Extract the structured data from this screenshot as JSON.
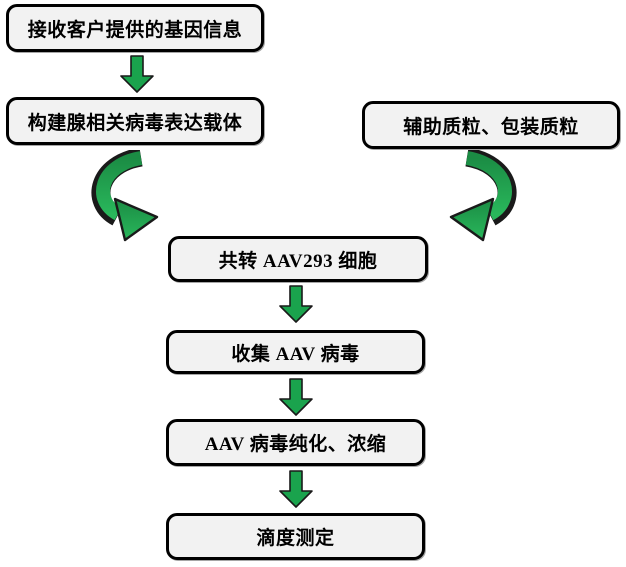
{
  "diagram": {
    "title_hidden": "",
    "nodes": [
      {
        "id": "receive-gene-info",
        "label": "接收客户提供的基因信息"
      },
      {
        "id": "construct-vector",
        "label": "构建腺相关病毒表达载体"
      },
      {
        "id": "helper-plasmids",
        "label": "辅助质粒、包装质粒"
      },
      {
        "id": "cotransfect-cells",
        "label": "共转 AAV293 细胞"
      },
      {
        "id": "collect-virus",
        "label": "收集 AAV 病毒"
      },
      {
        "id": "purify-concentrate",
        "label": "AAV 病毒纯化、浓缩"
      },
      {
        "id": "titer-assay",
        "label": "滴度测定"
      }
    ],
    "colors": {
      "background": "#ffffff",
      "box_fill": "#f2f2f2",
      "box_border": "#000000",
      "arrow_green": "#1aa34d",
      "arrow_green_dark": "#1b8c44",
      "arrow_green_light": "#29b75b",
      "arrow_outline": "#1a1a1a"
    }
  }
}
